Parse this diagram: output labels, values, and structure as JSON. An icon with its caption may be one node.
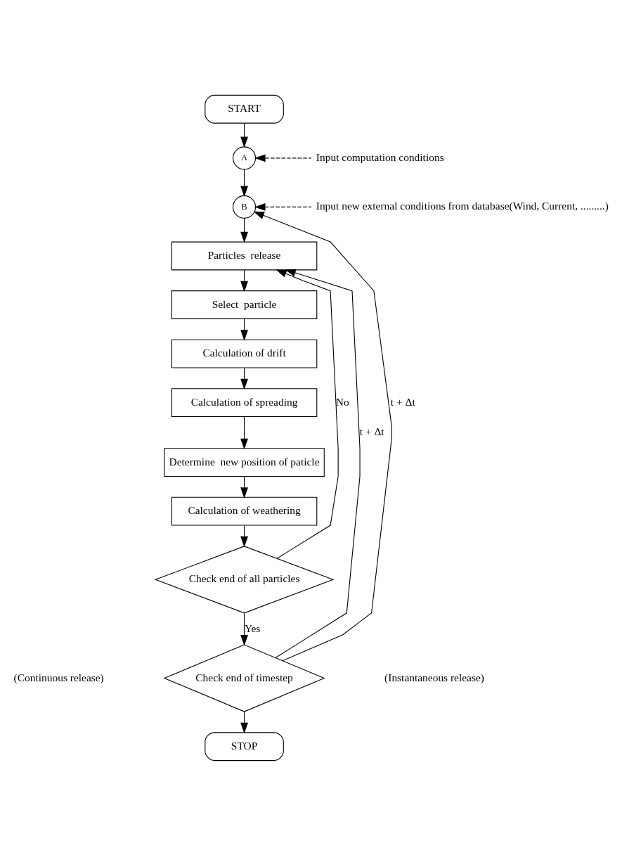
{
  "diagram": {
    "nodes": [
      {
        "text": [
          "START"
        ]
      },
      {
        "text": [
          "A"
        ]
      },
      {
        "text": [
          "Input computation conditions"
        ]
      },
      {
        "text": [
          "B"
        ]
      },
      {
        "text": [
          "Input new external conditions from database(Wind, Current, .........)"
        ]
      },
      {
        "text": [
          "Particles  release"
        ]
      },
      {
        "text": [
          "Select  particle"
        ]
      },
      {
        "text": [
          "Calculation of drift"
        ]
      },
      {
        "text": [
          "Calculation of spreading"
        ]
      },
      {
        "text": [
          "Determine  new position of paticle"
        ]
      },
      {
        "text": [
          "Calculation of weathering"
        ]
      },
      {
        "text": [
          "Check end of all particles"
        ]
      },
      {
        "text": [
          "Check end of timestep"
        ]
      },
      {
        "text": [
          "STOP"
        ]
      }
    ],
    "edges": [
      {
        "from": 0,
        "to": 1,
        "arrow": "to"
      },
      {
        "from": 2,
        "to": 1,
        "arrow": "to",
        "style": "dashed"
      },
      {
        "from": 1,
        "to": 3,
        "arrow": "to"
      },
      {
        "from": 4,
        "to": 3,
        "arrow": "to",
        "style": "dashed"
      },
      {
        "from": 3,
        "to": 5,
        "arrow": "to"
      },
      {
        "from": 5,
        "to": 6,
        "arrow": "to"
      },
      {
        "from": 6,
        "to": 7,
        "arrow": "to"
      },
      {
        "from": 7,
        "to": 8,
        "arrow": "to"
      },
      {
        "from": 8,
        "to": 9,
        "arrow": "to"
      },
      {
        "from": 9,
        "to": 10,
        "arrow": "to"
      },
      {
        "from": 10,
        "to": 11,
        "arrow": "to"
      },
      {
        "from": 11,
        "to": 5,
        "arrow": "to",
        "label": "No"
      },
      {
        "from": 11,
        "to": 12,
        "arrow": "to",
        "label": "Yes"
      },
      {
        "from": 12,
        "to": 3,
        "arrow": "to",
        "label": "t + Δt"
      },
      {
        "from": 12,
        "to": 5,
        "arrow": "to",
        "label": "t + Δt"
      },
      {
        "from": 12,
        "to": 13,
        "arrow": "to"
      }
    ],
    "labels": [
      "(Continuous release)",
      "(Instantaneous release)"
    ]
  }
}
